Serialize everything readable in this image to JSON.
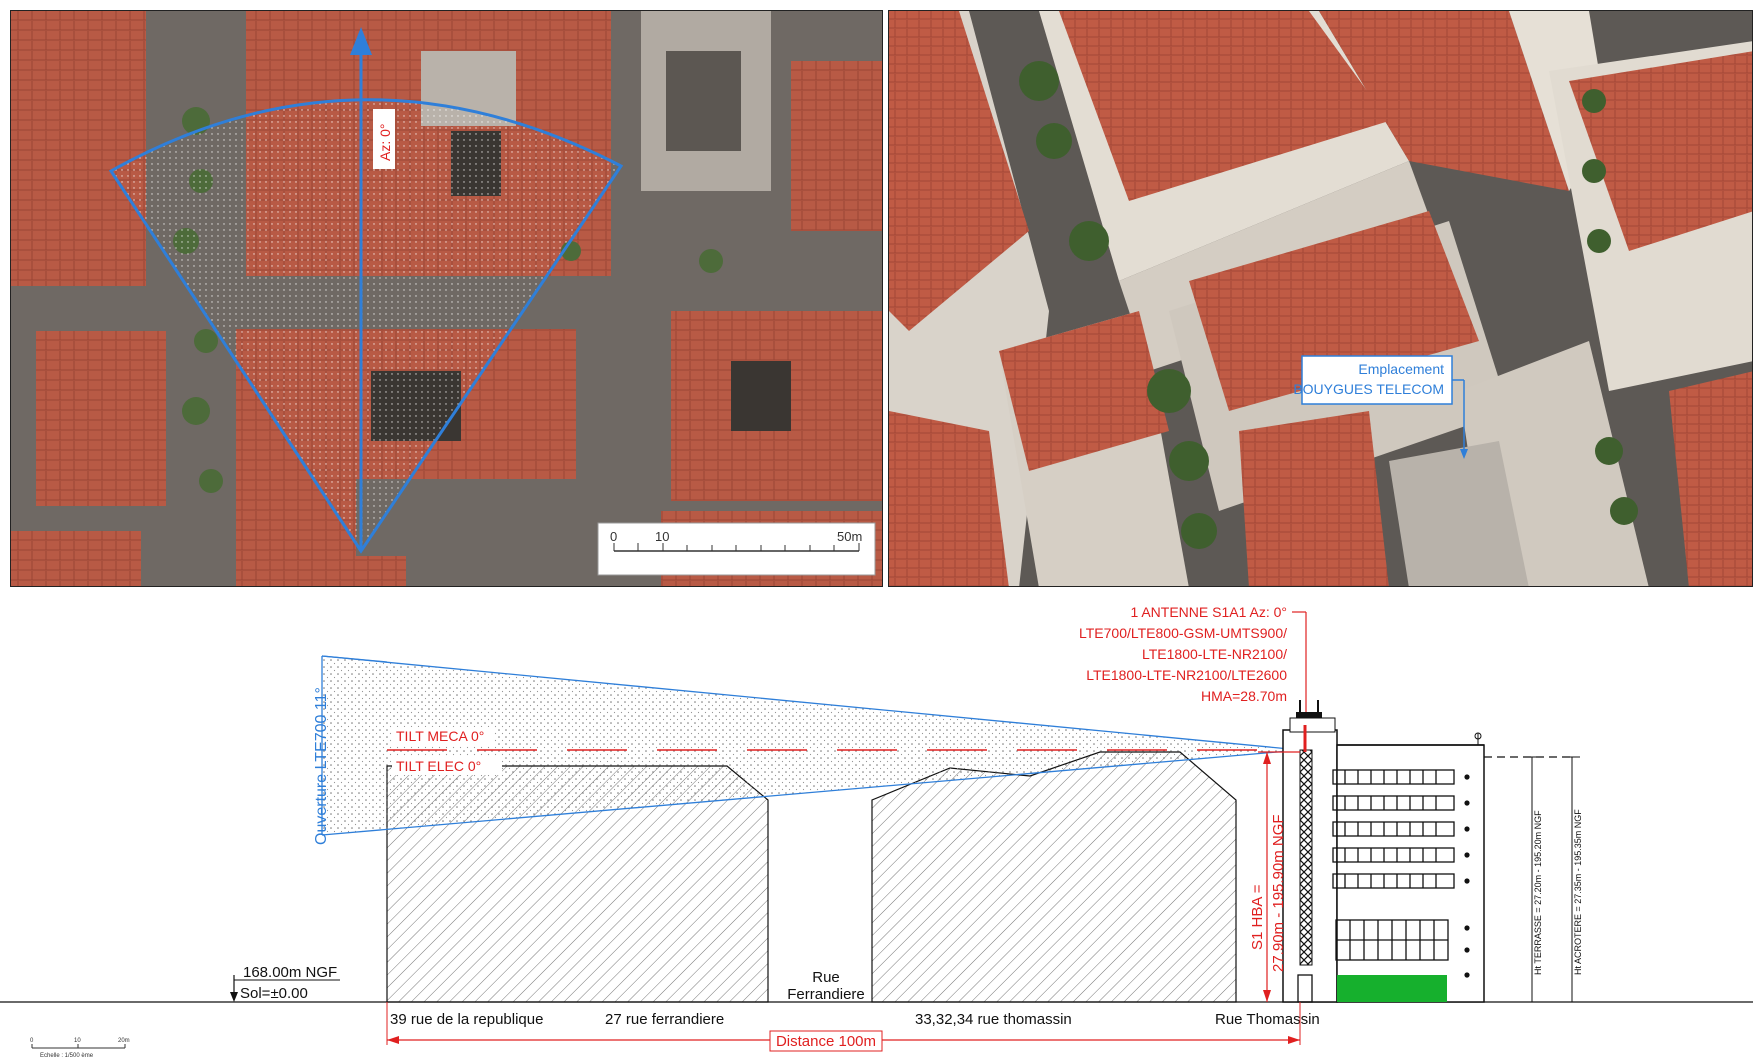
{
  "top_view": {
    "azimuth_label": "Az: 0°",
    "scale_bar": {
      "tick_labels": [
        "0",
        "10",
        "50m"
      ]
    }
  },
  "aerial_view": {
    "location_label_line1": "Emplacement",
    "location_label_line2": "BOUYGUES TELECOM"
  },
  "section": {
    "antenna_block": [
      "1 ANTENNE S1A1 Az: 0°",
      "LTE700/LTE800-GSM-UMTS900/",
      "LTE1800-LTE-NR2100/",
      "LTE1800-LTE-NR2100/LTE2600",
      "HMA=28.70m"
    ],
    "opening_label": "Ouverture LTE700 11°",
    "tilt_meca": "TILT MECA 0°",
    "tilt_elec": "TILT ELEC 0°",
    "hba_line1": "S1 HBA =",
    "hba_line2": "27.90m - 195.90m NGF",
    "terrasse": "Ht TERRASSE = 27.20m - 195.20m NGF",
    "acrotere": "Ht ACROTERE = 27.35m - 195.35m NGF",
    "ngf_ref": "168.00m NGF",
    "sol_ref": "Sol=±0.00",
    "street_label_line1": "Rue",
    "street_label_line2": "Ferrandiere",
    "ground_labels": [
      "39 rue de la republique",
      "27 rue ferrandiere",
      "33,32,34 rue thomassin",
      "Rue Thomassin"
    ],
    "distance_label": "Distance 100m",
    "small_scale": {
      "ticks": [
        "0",
        "10",
        "20m"
      ],
      "caption": "Echelle : 1/500 ème"
    }
  },
  "colors": {
    "accent_blue": "#2f7fd9",
    "annotation_red": "#e02020",
    "roof": "#b85a45",
    "facade_green": "#16b02d"
  }
}
